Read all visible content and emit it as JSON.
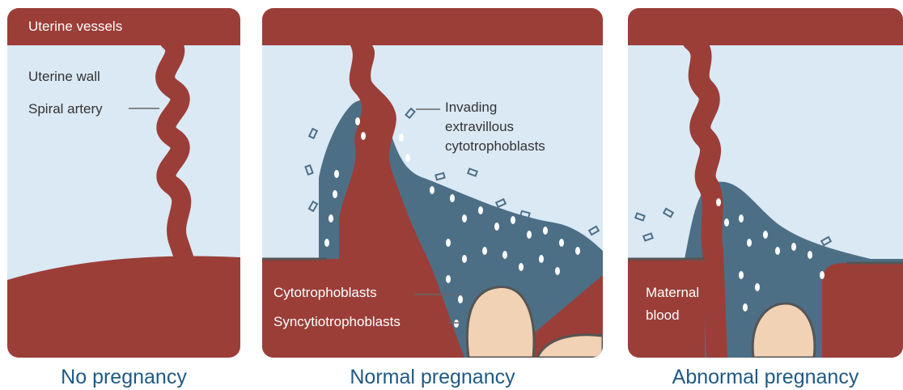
{
  "colors": {
    "vessel": "#9b3e38",
    "uterine_wall": "#dbe9f5",
    "trophoblast": "#4d6f86",
    "placenta_villus": "#f2d2b4",
    "caption": "#1f5a86",
    "leader": "#666666"
  },
  "panels": [
    {
      "caption": "No pregnancy",
      "labels": {
        "uterine_vessels": "Uterine vessels",
        "uterine_wall": "Uterine wall",
        "spiral_artery": "Spiral artery"
      }
    },
    {
      "caption": "Normal pregnancy",
      "labels": {
        "invading_line1": "Invading",
        "invading_line2": "extravillous",
        "invading_line3": "cytotrophoblasts",
        "cytotrophoblasts": "Cytotrophoblasts",
        "syncytiotrophoblasts": "Syncytiotrophoblasts"
      }
    },
    {
      "caption": "Abnormal pregnancy",
      "labels": {
        "maternal_line1": "Maternal",
        "maternal_line2": "blood"
      }
    }
  ]
}
